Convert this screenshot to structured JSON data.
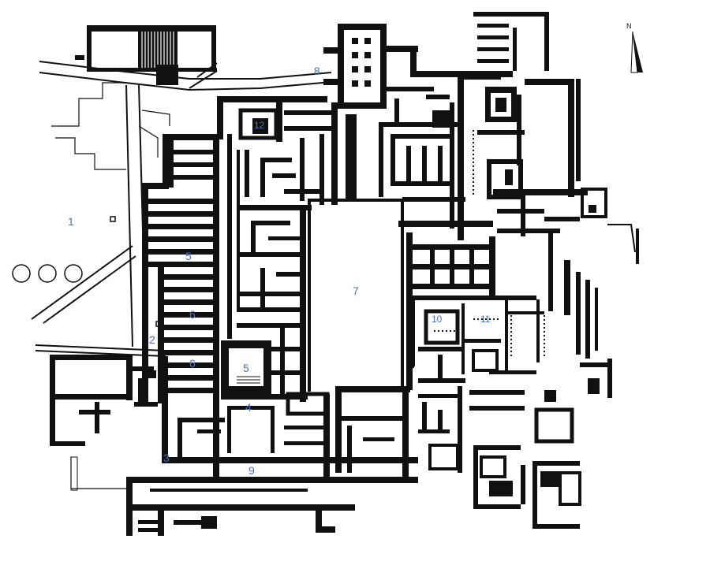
{
  "plan": {
    "north_label": "N",
    "labels": {
      "l1": "1",
      "l2": "2",
      "l3": "3",
      "l4": "4",
      "l5a": "5",
      "l5b": "5",
      "l6a": "6",
      "l6b": "6",
      "l7": "7",
      "l8": "8",
      "l9": "9",
      "l10": "10",
      "l11": "11",
      "l12": "12"
    }
  },
  "colors": {
    "walls": "#111111",
    "labels": "#4a6fc4",
    "background": "#ffffff"
  }
}
